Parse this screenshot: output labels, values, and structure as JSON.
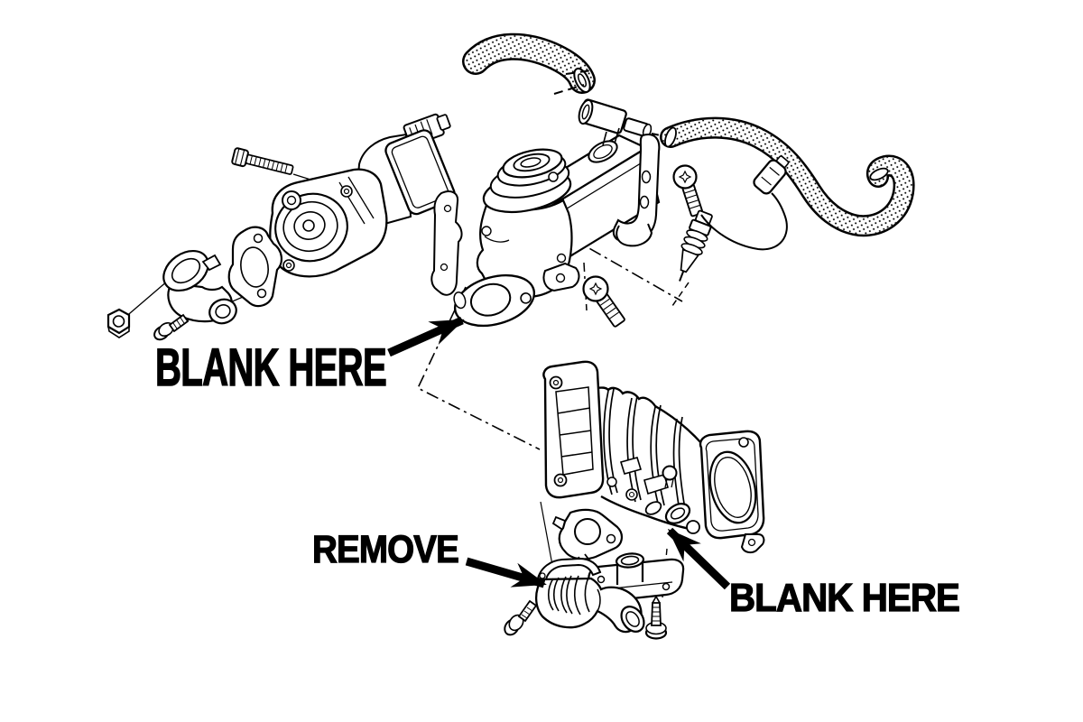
{
  "canvas": {
    "background": "#ffffff",
    "ink": "#000000"
  },
  "annotations": {
    "blank_top": {
      "label": "BLANK HERE"
    },
    "remove": {
      "label": "REMOVE"
    },
    "blank_bottom": {
      "label": "BLANK HERE"
    }
  }
}
